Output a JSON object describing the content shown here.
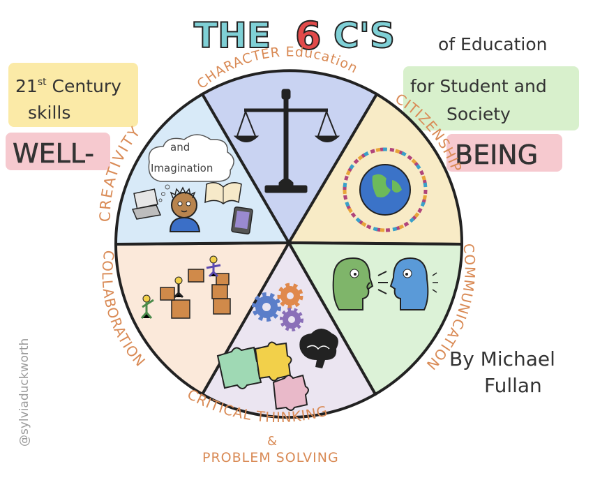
{
  "title": {
    "the": "THE",
    "six": "6",
    "cs": "C'S",
    "suffix": "of Education"
  },
  "notes": {
    "century_line1": "21st Century",
    "century_sup": "st",
    "century_line2": "skills",
    "well": "WELL-",
    "student_line1": "for Student and",
    "student_line2": "Society",
    "being": "BEING"
  },
  "wheel": {
    "segments": [
      {
        "label": "CHARACTER Education",
        "color": "#c9d3f2",
        "icon": "scales-of-justice-icon"
      },
      {
        "label": "CITIZENSHIP",
        "color": "#f8ebc6",
        "icon": "globe-with-people-icon"
      },
      {
        "label": "COMMUNICATION",
        "color": "#dcf2d7",
        "icon": "talking-heads-icon"
      },
      {
        "label": "CRITICAL THINKING",
        "label_extra": "&",
        "label_sub": "PROBLEM SOLVING",
        "color": "#ebe5f1",
        "icon": "gears-puzzle-brain-icon"
      },
      {
        "label": "COLLABORATION",
        "color": "#fbe9da",
        "icon": "people-stacking-boxes-icon"
      },
      {
        "label": "CREATIVITY",
        "color": "#d8eaf8",
        "icon": "thinking-child-icon"
      }
    ],
    "thought_cloud_line1": "and",
    "thought_cloud_line2": "Imagination"
  },
  "byline": {
    "line1": "By Michael",
    "line2": "Fullan"
  },
  "credit": "@sylviaduckworth",
  "colors": {
    "accent_orange": "#d98a55",
    "title_teal": "#7fd0d6",
    "title_red": "#e24a4a",
    "outline": "#222222",
    "note_yellow": "#fbeaa7",
    "note_pink": "#f6c9cf",
    "note_green": "#d8f0cc"
  }
}
